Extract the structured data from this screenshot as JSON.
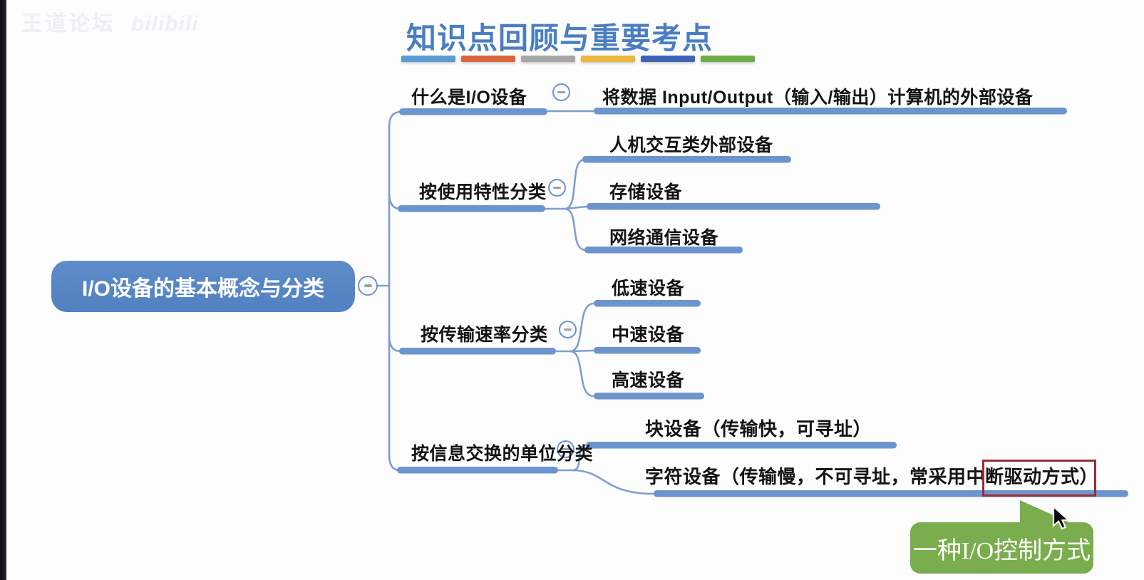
{
  "watermark": {
    "brand": "王道论坛",
    "logo": "bilibili"
  },
  "header": {
    "title": "知识点回顾与重要考点"
  },
  "divider_colors": [
    "#5B9BD5",
    "#D9653B",
    "#A6A6A6",
    "#ECB73F",
    "#3E64B4",
    "#6FAC47"
  ],
  "palette": {
    "root_node_blue": "#5585C5",
    "bar_blue": "#6C95CD",
    "line_blue": "#7E9ED1",
    "title_blue": "#4A7EC1"
  },
  "mindmap": {
    "root": {
      "label": "I/O设备的基本概念与分类"
    },
    "branches": [
      {
        "label": "什么是I/O设备",
        "children": [
          {
            "label": "将数据 Input/Output（输入/输出）计算机的外部设备"
          }
        ]
      },
      {
        "label": "按使用特性分类",
        "children": [
          {
            "label": "人机交互类外部设备"
          },
          {
            "label": "存储设备"
          },
          {
            "label": "网络通信设备"
          }
        ]
      },
      {
        "label": "按传输速率分类",
        "children": [
          {
            "label": "低速设备"
          },
          {
            "label": "中速设备"
          },
          {
            "label": "高速设备"
          }
        ]
      },
      {
        "label": "按信息交换的单位分类",
        "children": [
          {
            "label": "块设备（传输快，可寻址）"
          },
          {
            "label": "字符设备（传输慢，不可寻址，常采用中断驱动方式）"
          }
        ]
      }
    ],
    "highlight": {
      "text": "中断驱动方式",
      "border_color": "#9B2D34"
    },
    "callout": {
      "text": "一种I/O控制方式",
      "background": "#7AAD4E"
    }
  }
}
